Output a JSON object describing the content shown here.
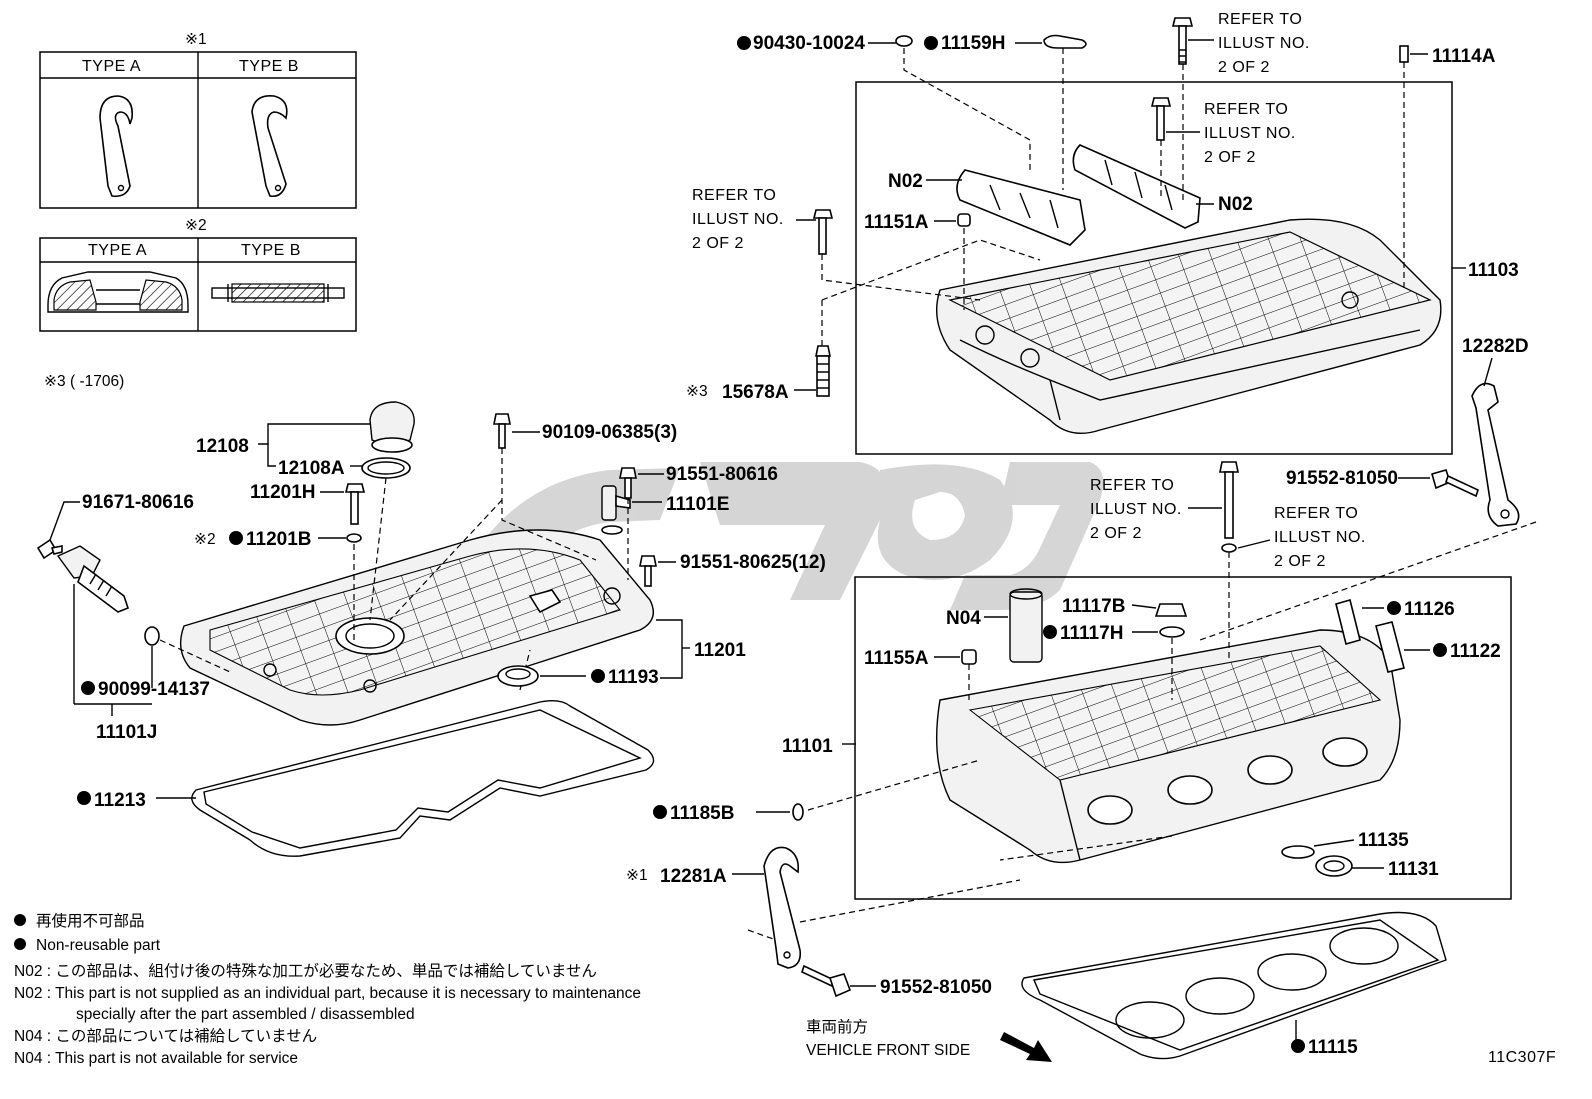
{
  "diagram_code": "11C307F",
  "note1": {
    "mark": "※1",
    "type_a": "TYPE A",
    "type_b": "TYPE B"
  },
  "note2": {
    "mark": "※2",
    "type_a": "TYPE A",
    "type_b": "TYPE B"
  },
  "note3": {
    "mark": "※3",
    "text": "(      -1706)"
  },
  "parts": {
    "p90430": "90430-10024",
    "p11159H": "11159H",
    "p11114A": "11114A",
    "p11103": "11103",
    "pN02a": "N02",
    "pN02b": "N02",
    "p11151A": "11151A",
    "p15678A": "15678A",
    "p12282D": "12282D",
    "p91552a": "91552-81050",
    "p91552b": "91552-81050",
    "p12108": "12108",
    "p12108A": "12108A",
    "p11201H": "11201H",
    "p11201B": "11201B",
    "p90109": "90109-06385(3)",
    "p91551a": "91551-80616",
    "p11101E": "11101E",
    "p91551b": "91551-80625(12)",
    "p91671": "91671-80616",
    "p90099": "90099-14137",
    "p11101J": "11101J",
    "p11201": "11201",
    "p11193": "11193",
    "p11213": "11213",
    "pN04": "N04",
    "p11117B": "11117B",
    "p11117H": "11117H",
    "p11155A": "11155A",
    "p11126": "11126",
    "p11122": "11122",
    "p11101": "11101",
    "p11185B": "11185B",
    "p11135": "11135",
    "p11131": "11131",
    "p12281A": "12281A",
    "p11115": "11115"
  },
  "refer": {
    "line1": "REFER TO",
    "line2": "ILLUST NO.",
    "line3": "2 OF 2"
  },
  "legend": {
    "jp_nonreusable": "再使用不可部品",
    "en_nonreusable": "Non-reusable part",
    "n02_jp": "N02 : この部品は、組付け後の特殊な加工が必要なため、単品では補給していません",
    "n02_en1": "N02 : This part is not supplied as an individual part, because it is necessary to maintenance",
    "n02_en2": "specially after the part assembled / disassembled",
    "n04_jp": "N04 : この部品については補給していません",
    "n04_en": "N04 : This part is not available for service"
  },
  "front": {
    "jp": "車両前方",
    "en": "VEHICLE FRONT SIDE"
  }
}
